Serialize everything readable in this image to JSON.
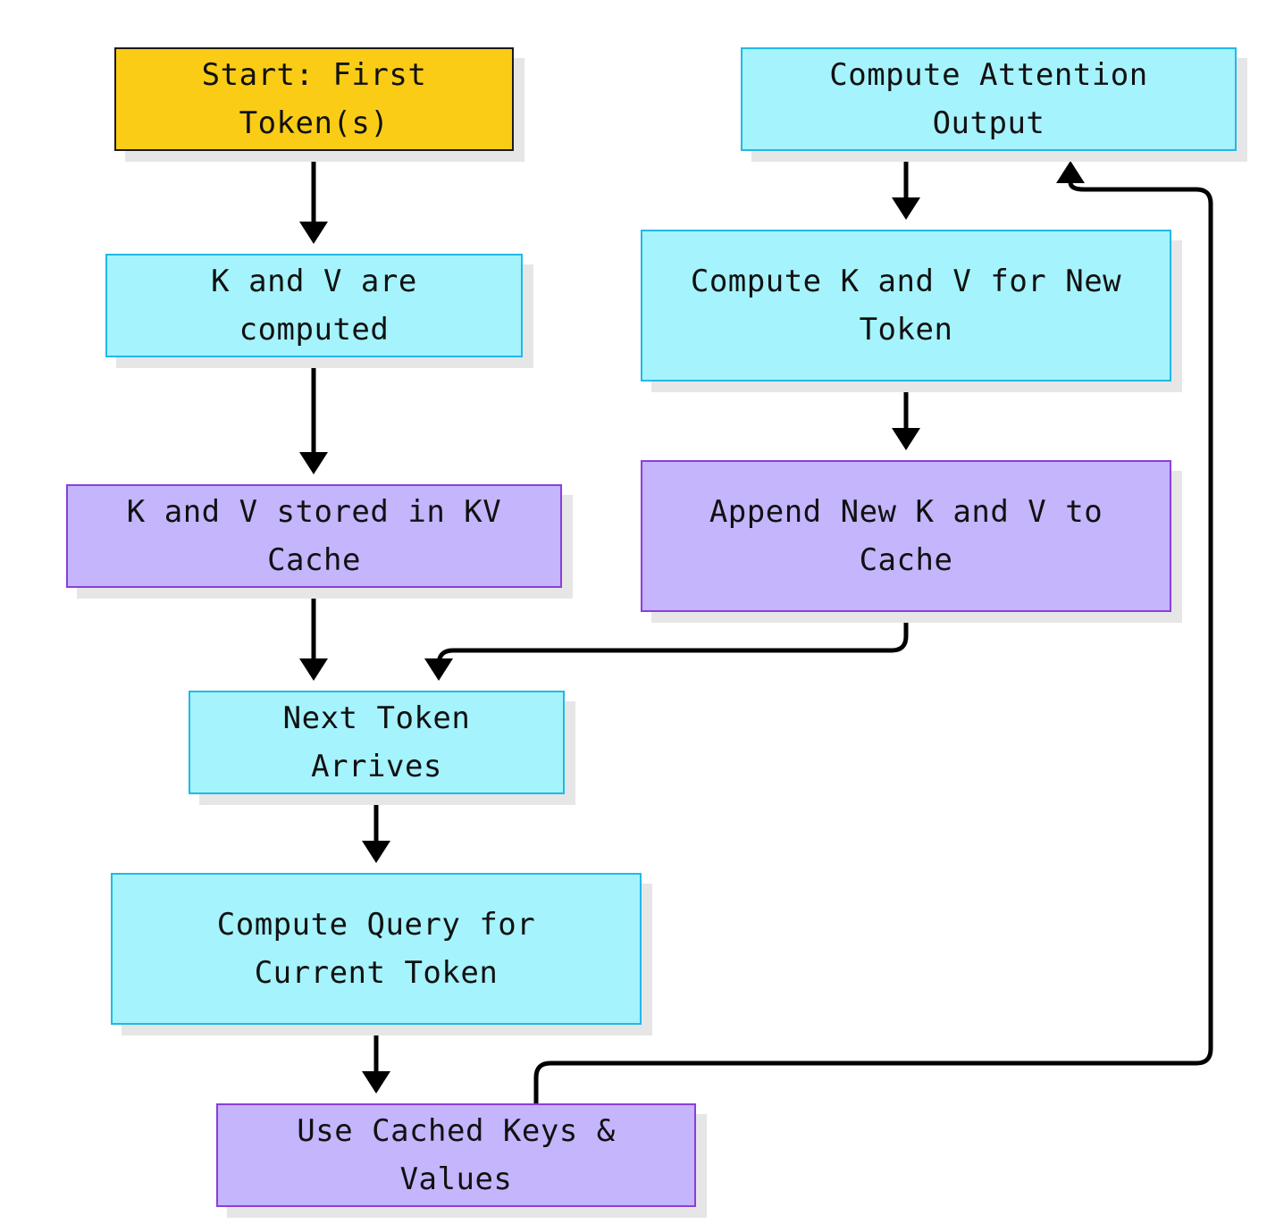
{
  "nodes": {
    "start": {
      "label": "Start: First Token(s)"
    },
    "kv_computed": {
      "label": "K and V are computed"
    },
    "kv_stored": {
      "label": "K and V stored in KV Cache"
    },
    "next_token": {
      "label": "Next Token Arrives"
    },
    "compute_query": {
      "label": "Compute Query for Current Token"
    },
    "use_cached": {
      "label": "Use Cached Keys & Values"
    },
    "compute_attention": {
      "label": "Compute Attention Output"
    },
    "compute_kv_new": {
      "label": "Compute K and V for New Token"
    },
    "append_kv": {
      "label": "Append New K and V to Cache"
    }
  },
  "edges": [
    {
      "from": "start",
      "to": "kv_computed"
    },
    {
      "from": "kv_computed",
      "to": "kv_stored"
    },
    {
      "from": "kv_stored",
      "to": "next_token"
    },
    {
      "from": "next_token",
      "to": "compute_query"
    },
    {
      "from": "compute_query",
      "to": "use_cached"
    },
    {
      "from": "use_cached",
      "to": "compute_attention"
    },
    {
      "from": "compute_attention",
      "to": "compute_kv_new"
    },
    {
      "from": "compute_kv_new",
      "to": "append_kv"
    },
    {
      "from": "append_kv",
      "to": "next_token"
    }
  ],
  "colors": {
    "start_fill": "#facc15",
    "process_fill": "#a5f3fc",
    "cache_fill": "#c4b5fd",
    "arrow": "#000000"
  }
}
